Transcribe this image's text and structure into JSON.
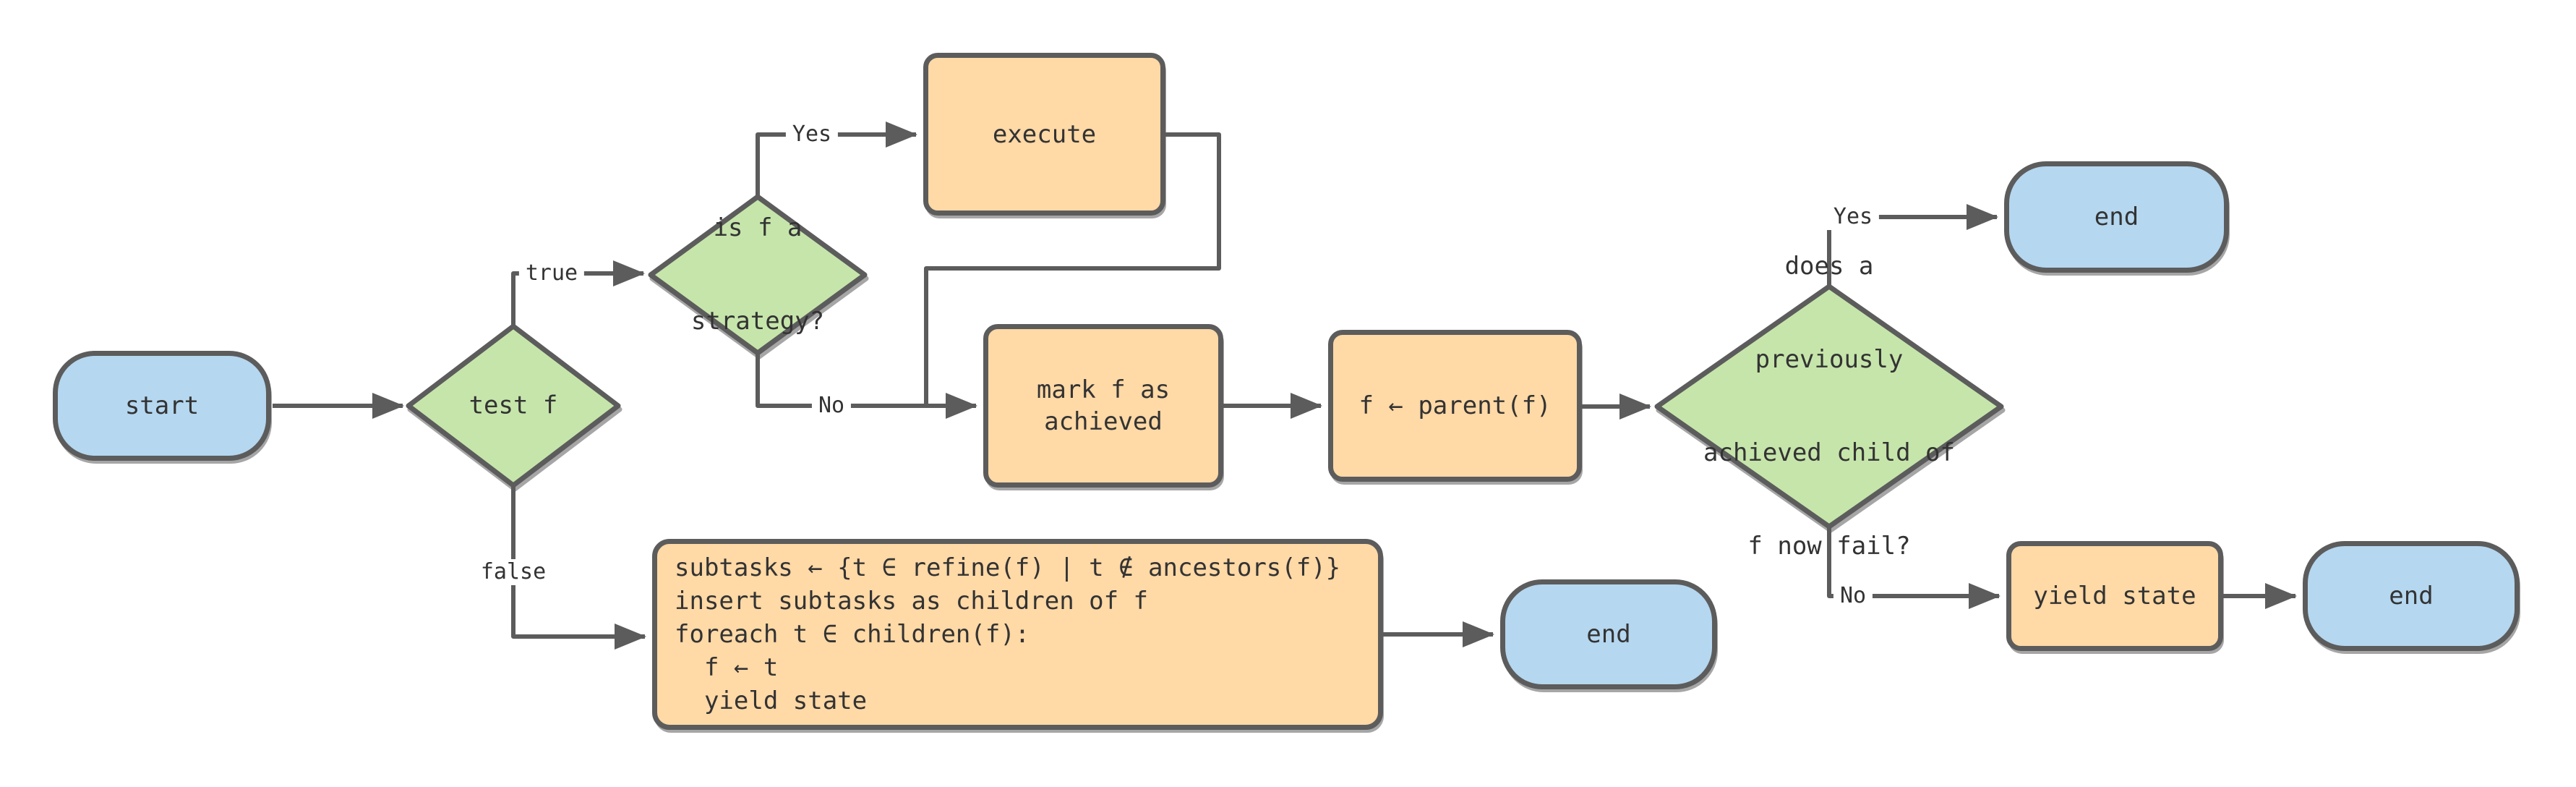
{
  "colors": {
    "terminator_fill": "#b5d7f0",
    "decision_fill": "#c6e5ab",
    "process_fill": "#ffd9a6",
    "stroke": "#5c5c5c",
    "text": "#333333",
    "background": "#ffffff"
  },
  "nodes": {
    "start": {
      "type": "terminator",
      "label": "start"
    },
    "test_f": {
      "type": "decision",
      "label": "test f"
    },
    "is_strategy": {
      "type": "decision",
      "lines": [
        "is f a",
        "strategy?"
      ]
    },
    "execute": {
      "type": "process",
      "label": "execute"
    },
    "mark_achieved": {
      "type": "process",
      "lines": [
        "mark f as",
        "achieved"
      ]
    },
    "assign_parent": {
      "type": "process",
      "label": "f ← parent(f)"
    },
    "child_fail": {
      "type": "decision",
      "lines": [
        "does a",
        "previously",
        "achieved child of",
        "f now fail?"
      ]
    },
    "refine_block": {
      "type": "process",
      "lines": [
        "subtasks ← {t ∈ refine(f) | t ∉ ancestors(f)}",
        "insert subtasks as children of f",
        "foreach t ∈ children(f):",
        "  f ← t",
        "  yield state"
      ]
    },
    "yield_state": {
      "type": "process",
      "label": "yield state"
    },
    "end_top": {
      "type": "terminator",
      "label": "end"
    },
    "end_mid": {
      "type": "terminator",
      "label": "end"
    },
    "end_right": {
      "type": "terminator",
      "label": "end"
    }
  },
  "edge_labels": {
    "true_branch": "true",
    "false_branch": "false",
    "strategy_yes": "Yes",
    "strategy_no": "No",
    "fail_yes": "Yes",
    "fail_no": "No"
  }
}
